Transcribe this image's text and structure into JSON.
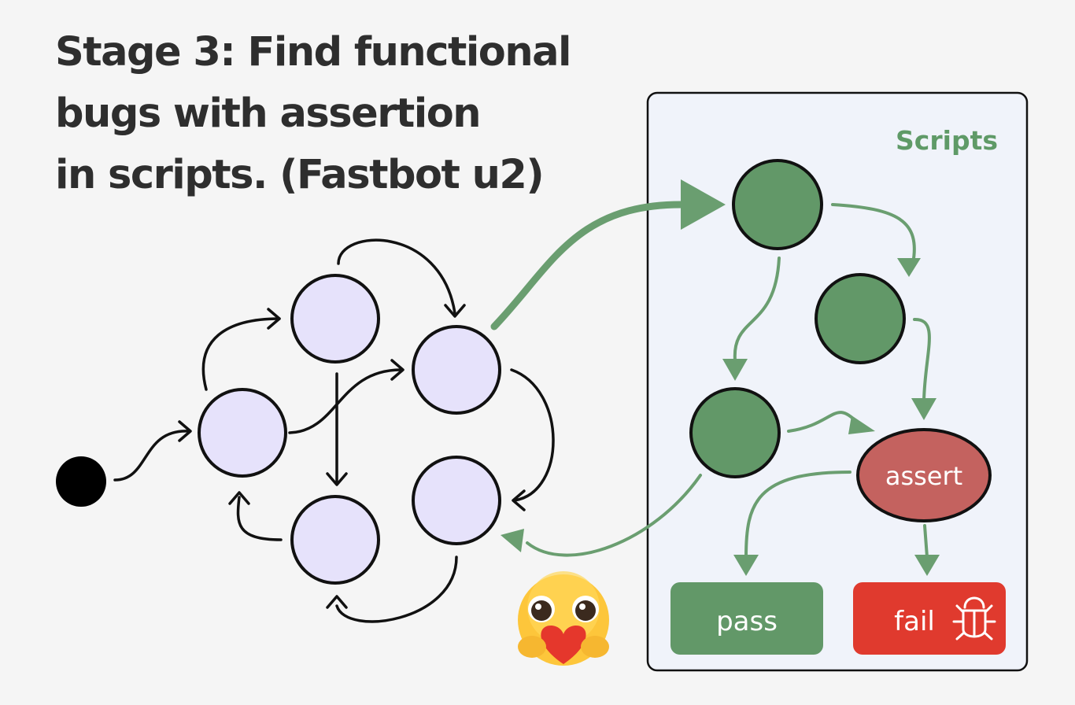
{
  "title": {
    "line1": "Stage 3: Find functional bugs with assertion",
    "line2": "in scripts. (Fastbot u2)"
  },
  "scripts_panel": {
    "label": "Scripts",
    "assert_label": "assert",
    "pass_label": "pass",
    "fail_label": "fail"
  },
  "colors": {
    "background": "#f5f5f5",
    "app_node_fill": "#e6e2fb",
    "script_node_fill": "#629868",
    "script_arrow": "#6a9e70",
    "assert_fill": "#c4625f",
    "fail_fill": "#e03a2e",
    "panel_fill": "#f0f3fa"
  },
  "icons": {
    "fail_icon": "bug-icon",
    "emoji": "hugging-heart-face-emoji"
  }
}
